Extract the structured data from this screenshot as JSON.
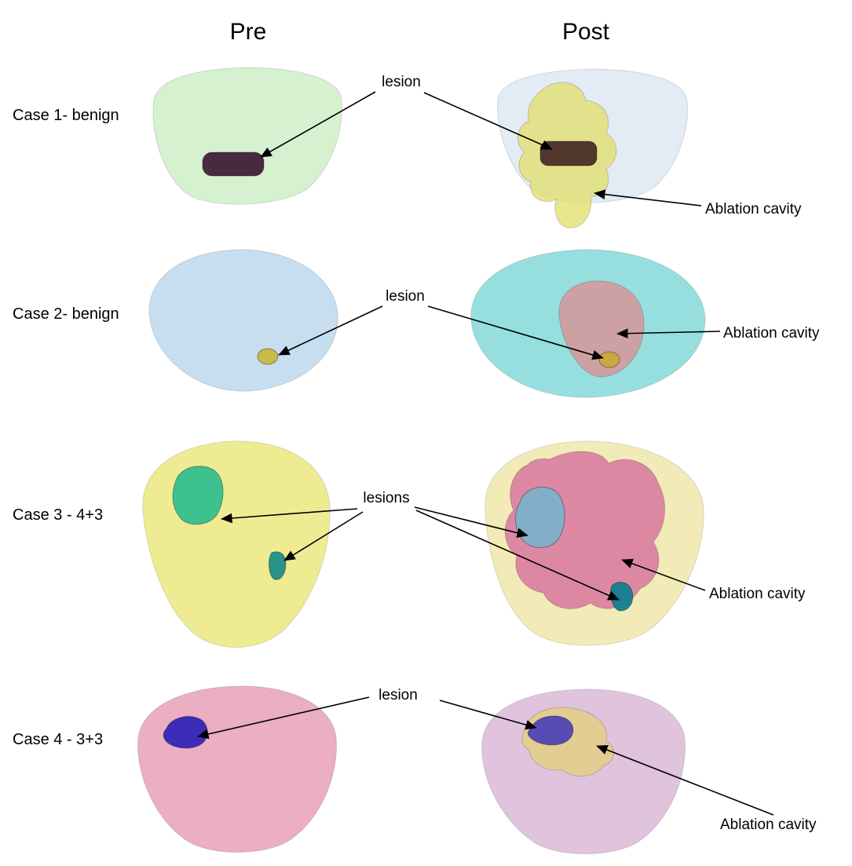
{
  "figure": {
    "columns": {
      "pre": "Pre",
      "post": "Post"
    },
    "cases": [
      {
        "label": "Case 1- benign",
        "lesion_label": "lesion",
        "ablation_label": "Ablation cavity",
        "pre": {
          "organ_color": "#cdeec4",
          "lesion_color": "#41213a"
        },
        "post": {
          "organ_color": "#dde6f3",
          "cavity_color": "#e3df6e",
          "lesion_color": "#4b3028"
        }
      },
      {
        "label": "Case 2- benign",
        "lesion_label": "lesion",
        "ablation_label": "Ablation cavity",
        "pre": {
          "organ_color": "#b9d7ec",
          "lesion_color": "#c9b83f"
        },
        "post": {
          "organ_color": "#80d8d8",
          "cavity_color": "#dd8f94",
          "lesion_color": "#c8a83f"
        }
      },
      {
        "label": "Case 3 - 4+3",
        "lesion_label": "lesions",
        "ablation_label": "Ablation cavity",
        "pre": {
          "organ_color": "#ebe77b",
          "lesion_color": "#35c08f",
          "lesion2_color": "#1f8f85"
        },
        "post": {
          "organ_color": "#efe6a8",
          "cavity_color": "#d66b9e",
          "lesion_color": "#7fb0c8",
          "lesion2_color": "#13808f"
        }
      },
      {
        "label": "Case 4 - 3+3",
        "lesion_label": "lesion",
        "ablation_label": "Ablation cavity",
        "pre": {
          "organ_color": "#e79cb4",
          "lesion_color": "#3426b8"
        },
        "post": {
          "organ_color": "#d9b6d6",
          "cavity_color": "#e5cf7d",
          "lesion_color": "#5146b5"
        }
      }
    ]
  }
}
